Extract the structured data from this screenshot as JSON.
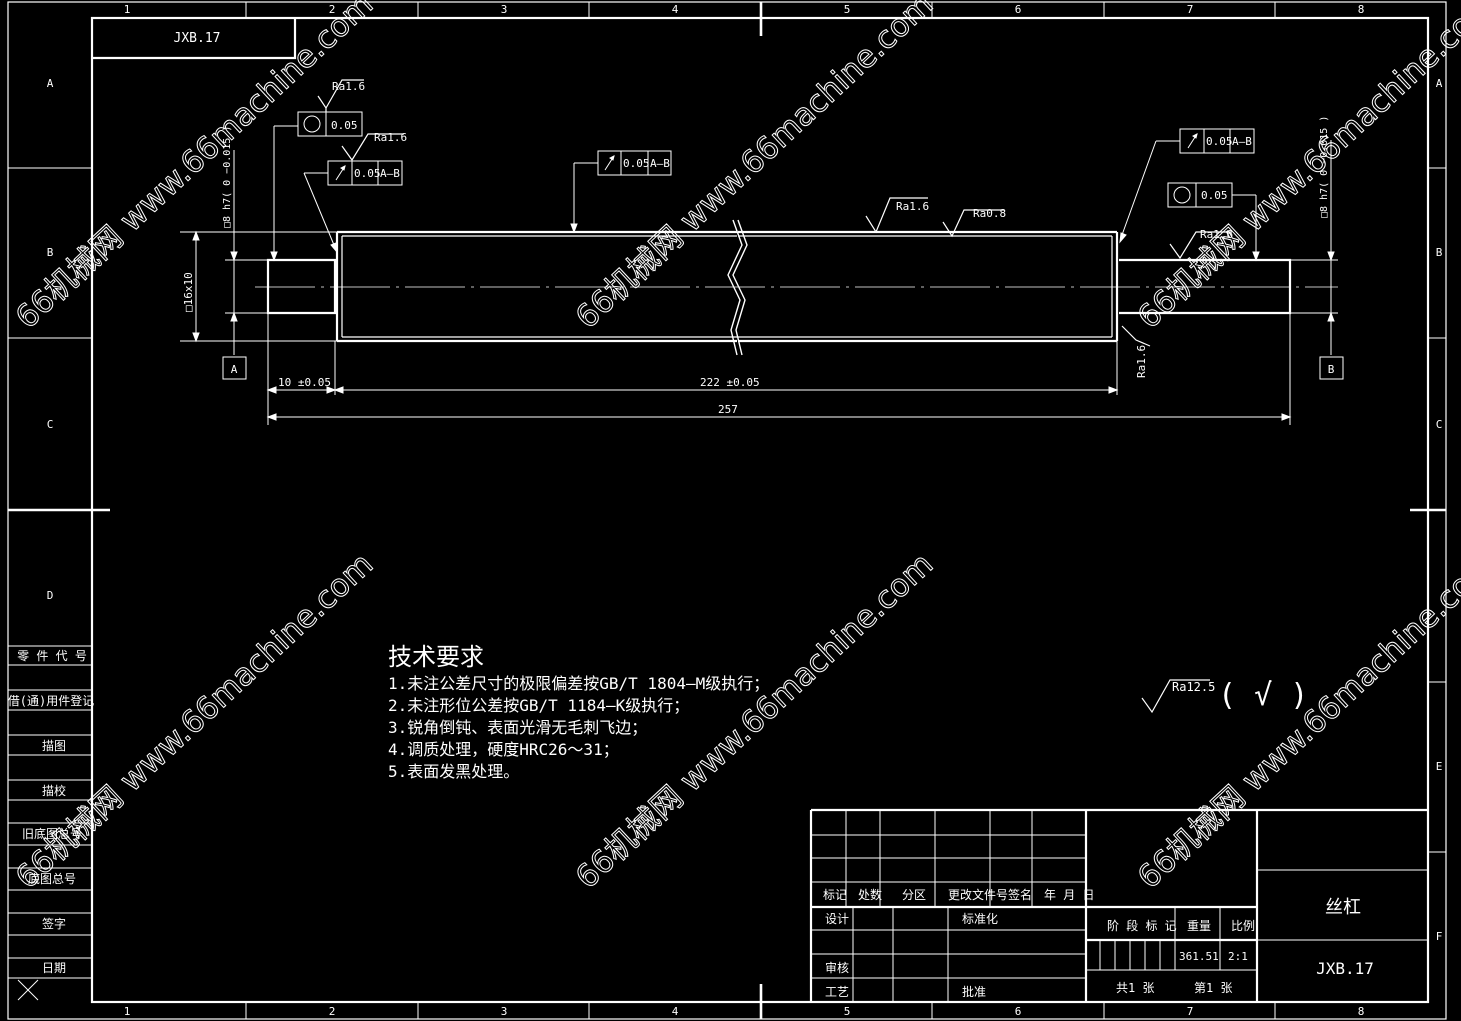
{
  "zone_columns": [
    "1",
    "2",
    "3",
    "4",
    "5",
    "6",
    "7",
    "8"
  ],
  "zone_rows": [
    "A",
    "B",
    "C",
    "D",
    "E",
    "F"
  ],
  "drawing_code": "JXB.17",
  "left_strip": [
    "零 件 代 号",
    "借(通)用件登记",
    "描图",
    "描校",
    "旧底图总号",
    "底图总号",
    "签字",
    "日期"
  ],
  "gdt": {
    "runout_left": "0.05",
    "runout_left_datum": "A—B",
    "runout_mid": "0.05",
    "runout_mid_datum": "A—B",
    "runout_right": "0.05",
    "runout_right_datum": "A—B",
    "circ_left": "0.05",
    "circ_right": "0.05"
  },
  "roughness": {
    "r_left_top": "Ra1.6",
    "r_left_2": "Ra1.6",
    "r_mid1": "Ra1.6",
    "r_mid2": "Ra0.8",
    "r_right_top": "Ra1.6",
    "r_right_bottom": "Ra1.6",
    "r_general": "Ra12.5"
  },
  "dims": {
    "sq_dim": "□16x10",
    "fit_left": "□8 h7( 0 −0.015 )",
    "fit_right": "□8 h7( 0 −0.015 )",
    "d10": "10 ±0.05",
    "d222": "222 ±0.05",
    "d257": "257"
  },
  "datum_a": "A",
  "datum_b": "B",
  "tech_title": "技术要求",
  "tech_notes": [
    "1.未注公差尺寸的极限偏差按GB/T 1804—M级执行；",
    "2.未注形位公差按GB/T 1184—K级执行；",
    "3.锐角倒钝、表面光滑无毛刺飞边；",
    "4.调质处理，硬度HRC26～31；",
    "5.表面发黑处理。"
  ],
  "general_symbol": "(  √  )",
  "title_block": {
    "h_mark": "标记",
    "h_count": "处数",
    "h_zone": "分区",
    "h_docsig": "更改文件号签名",
    "h_date": "年 月 日",
    "design": "设计",
    "stdz": "标准化",
    "review": "审核",
    "process": "工艺",
    "approve": "批准",
    "stage": "阶 段 标 记",
    "weight": "重量",
    "scale": "比例",
    "weight_val": "361.51",
    "scale_val": "2:1",
    "sheets_total": "共1 张",
    "sheet_no": "第1 张",
    "part_name": "丝杠",
    "code": "JXB.17"
  },
  "watermark": "66机械网 www.66machine.com"
}
